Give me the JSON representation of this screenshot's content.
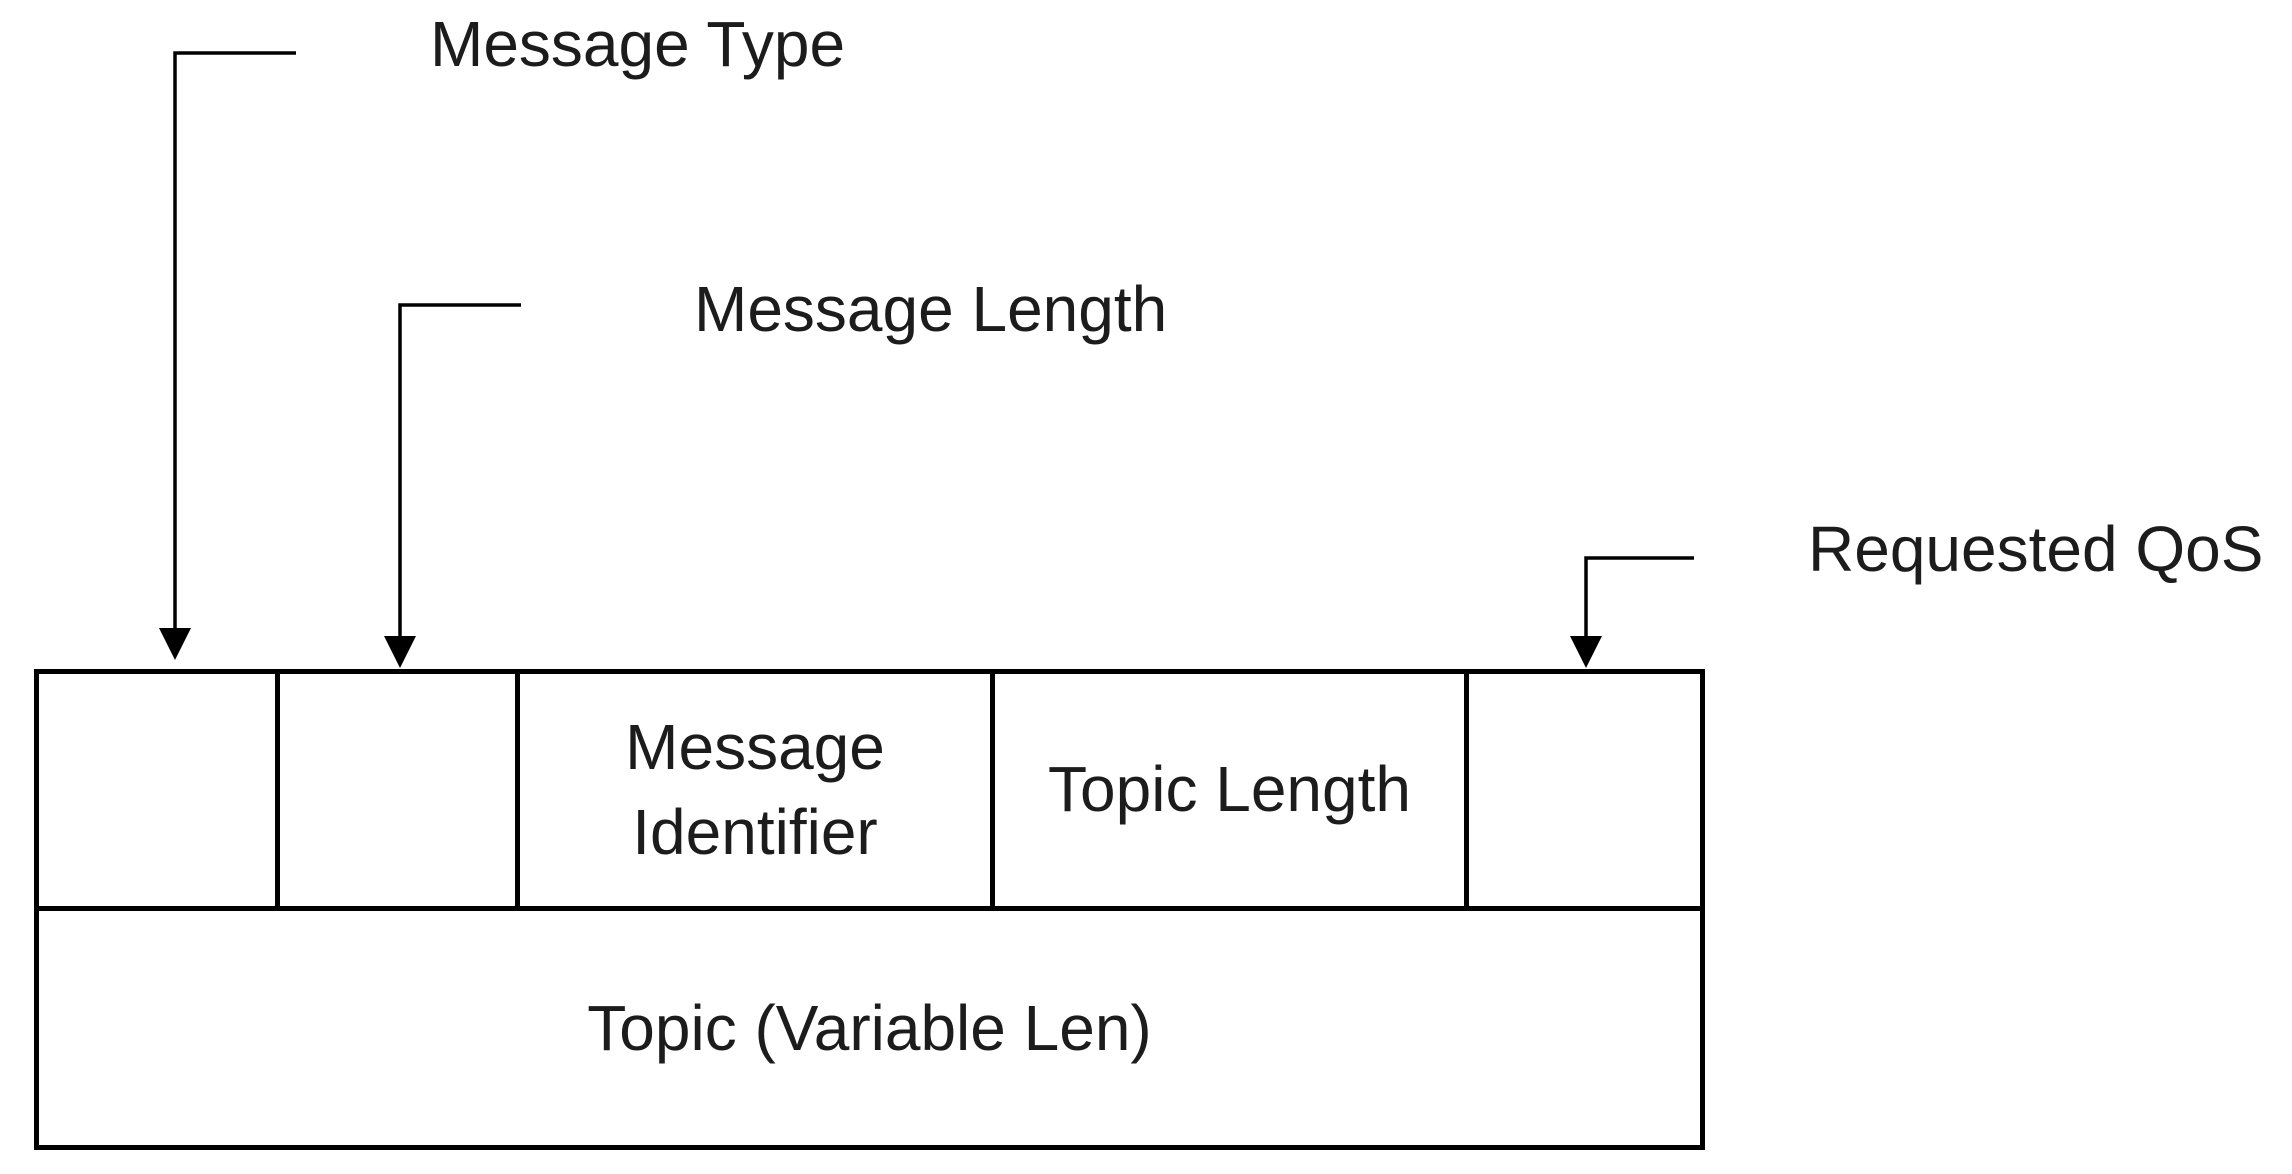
{
  "colors": {
    "background": "#ffffff",
    "line": "#000000",
    "text": "#1c1c1c"
  },
  "callouts": {
    "message_type": "Message Type",
    "message_length": "Message Length",
    "requested_qos": "Requested QoS"
  },
  "packet": {
    "row1_cells": [
      "",
      "",
      "Message Identifier",
      "Topic Length",
      ""
    ],
    "row2_label": "Topic (Variable Len)"
  }
}
